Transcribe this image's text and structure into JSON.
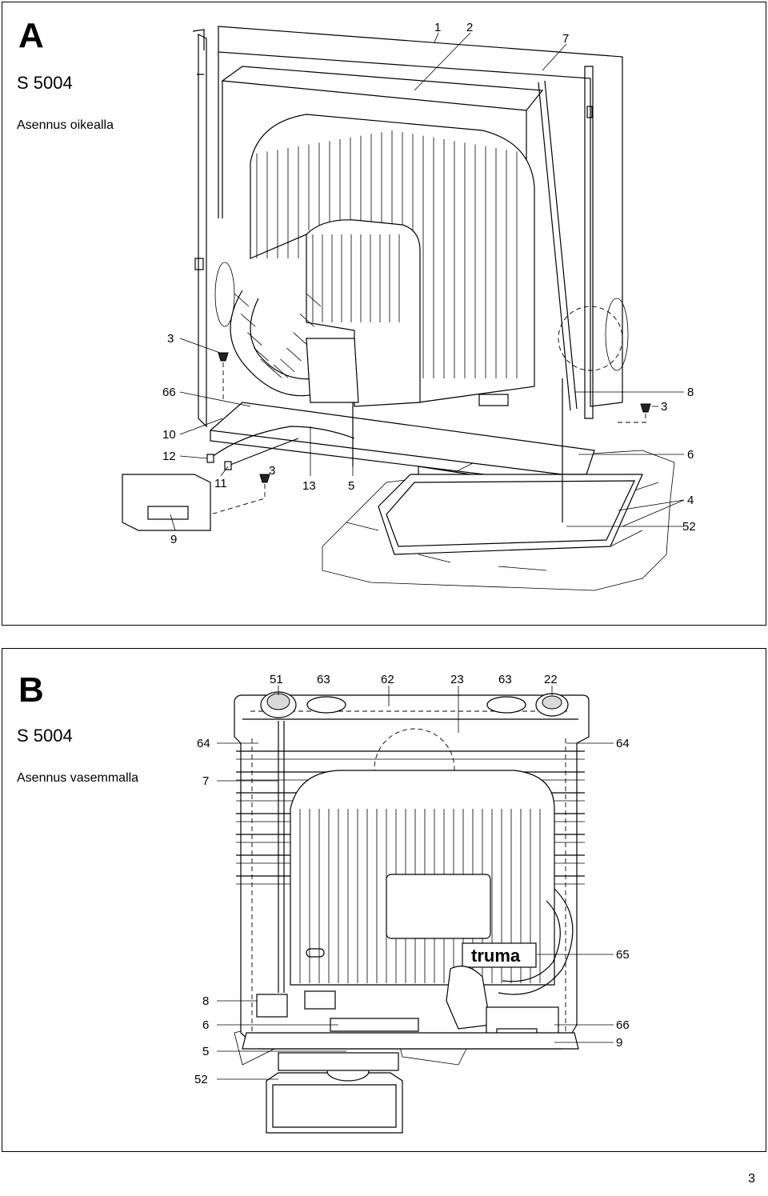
{
  "panel_a": {
    "letter": "A",
    "model": "S 5004",
    "subtitle": "Asennus oikealla",
    "callouts": [
      "1",
      "2",
      "7",
      "3",
      "66",
      "8",
      "3",
      "10",
      "6",
      "12",
      "3",
      "11",
      "13",
      "5",
      "4",
      "52",
      "9"
    ]
  },
  "panel_b": {
    "letter": "B",
    "model": "S 5004",
    "subtitle": "Asennus vasemmalla",
    "brand": "truma",
    "callouts": [
      "51",
      "63",
      "62",
      "23",
      "63",
      "22",
      "64",
      "64",
      "7",
      "65",
      "8",
      "6",
      "66",
      "9",
      "5",
      "52"
    ]
  },
  "page_number": "3"
}
